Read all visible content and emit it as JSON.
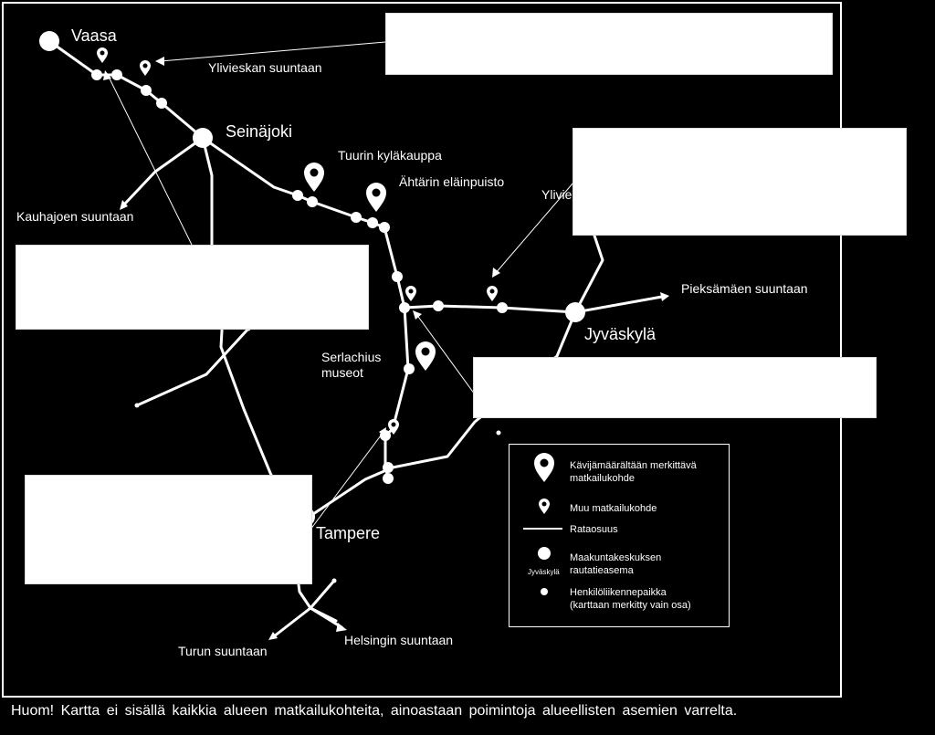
{
  "map": {
    "cities": {
      "vaasa": "Vaasa",
      "seinajoki": "Seinäjoki",
      "jyvaskyla": "Jyväskylä",
      "tampere": "Tampere"
    },
    "directions": {
      "ylivieska": "Ylivieskan suuntaan",
      "ylivieska_partial": "Ylivie",
      "kauhajoki": "Kauhajoen suuntaan",
      "pieksamaki": "Pieksämäen suuntaan",
      "turku": "Turun suuntaan",
      "helsinki": "Helsingin suuntaan"
    },
    "pois": {
      "tuuri": "Tuurin kyläkauppa",
      "ahtari": "Ähtärin eläinpuisto",
      "serlachius_line1": "Serlachius",
      "serlachius_line2": "museot"
    }
  },
  "legend": {
    "major_poi_line1": "Kävijämäärältään merkittävä",
    "major_poi_line2": "matkailukohde",
    "other_poi": "Muu matkailukohde",
    "rail": "Rataosuus",
    "regional_station_line1": "Maakuntakeskuksen",
    "regional_station_line2": "rautatieasema",
    "regional_station_example": "Jyväskylä",
    "passenger_stop_line1": "Henkilöliikennepaikka",
    "passenger_stop_line2": "(karttaan merkitty vain osa)"
  },
  "footnote": "Huom! Kartta ei sisällä kaikkia alueen matkailukohteita, ainoastaan poimintoja alueellisten asemien varrelta.",
  "colors": {
    "background": "#000000",
    "foreground": "#ffffff"
  }
}
